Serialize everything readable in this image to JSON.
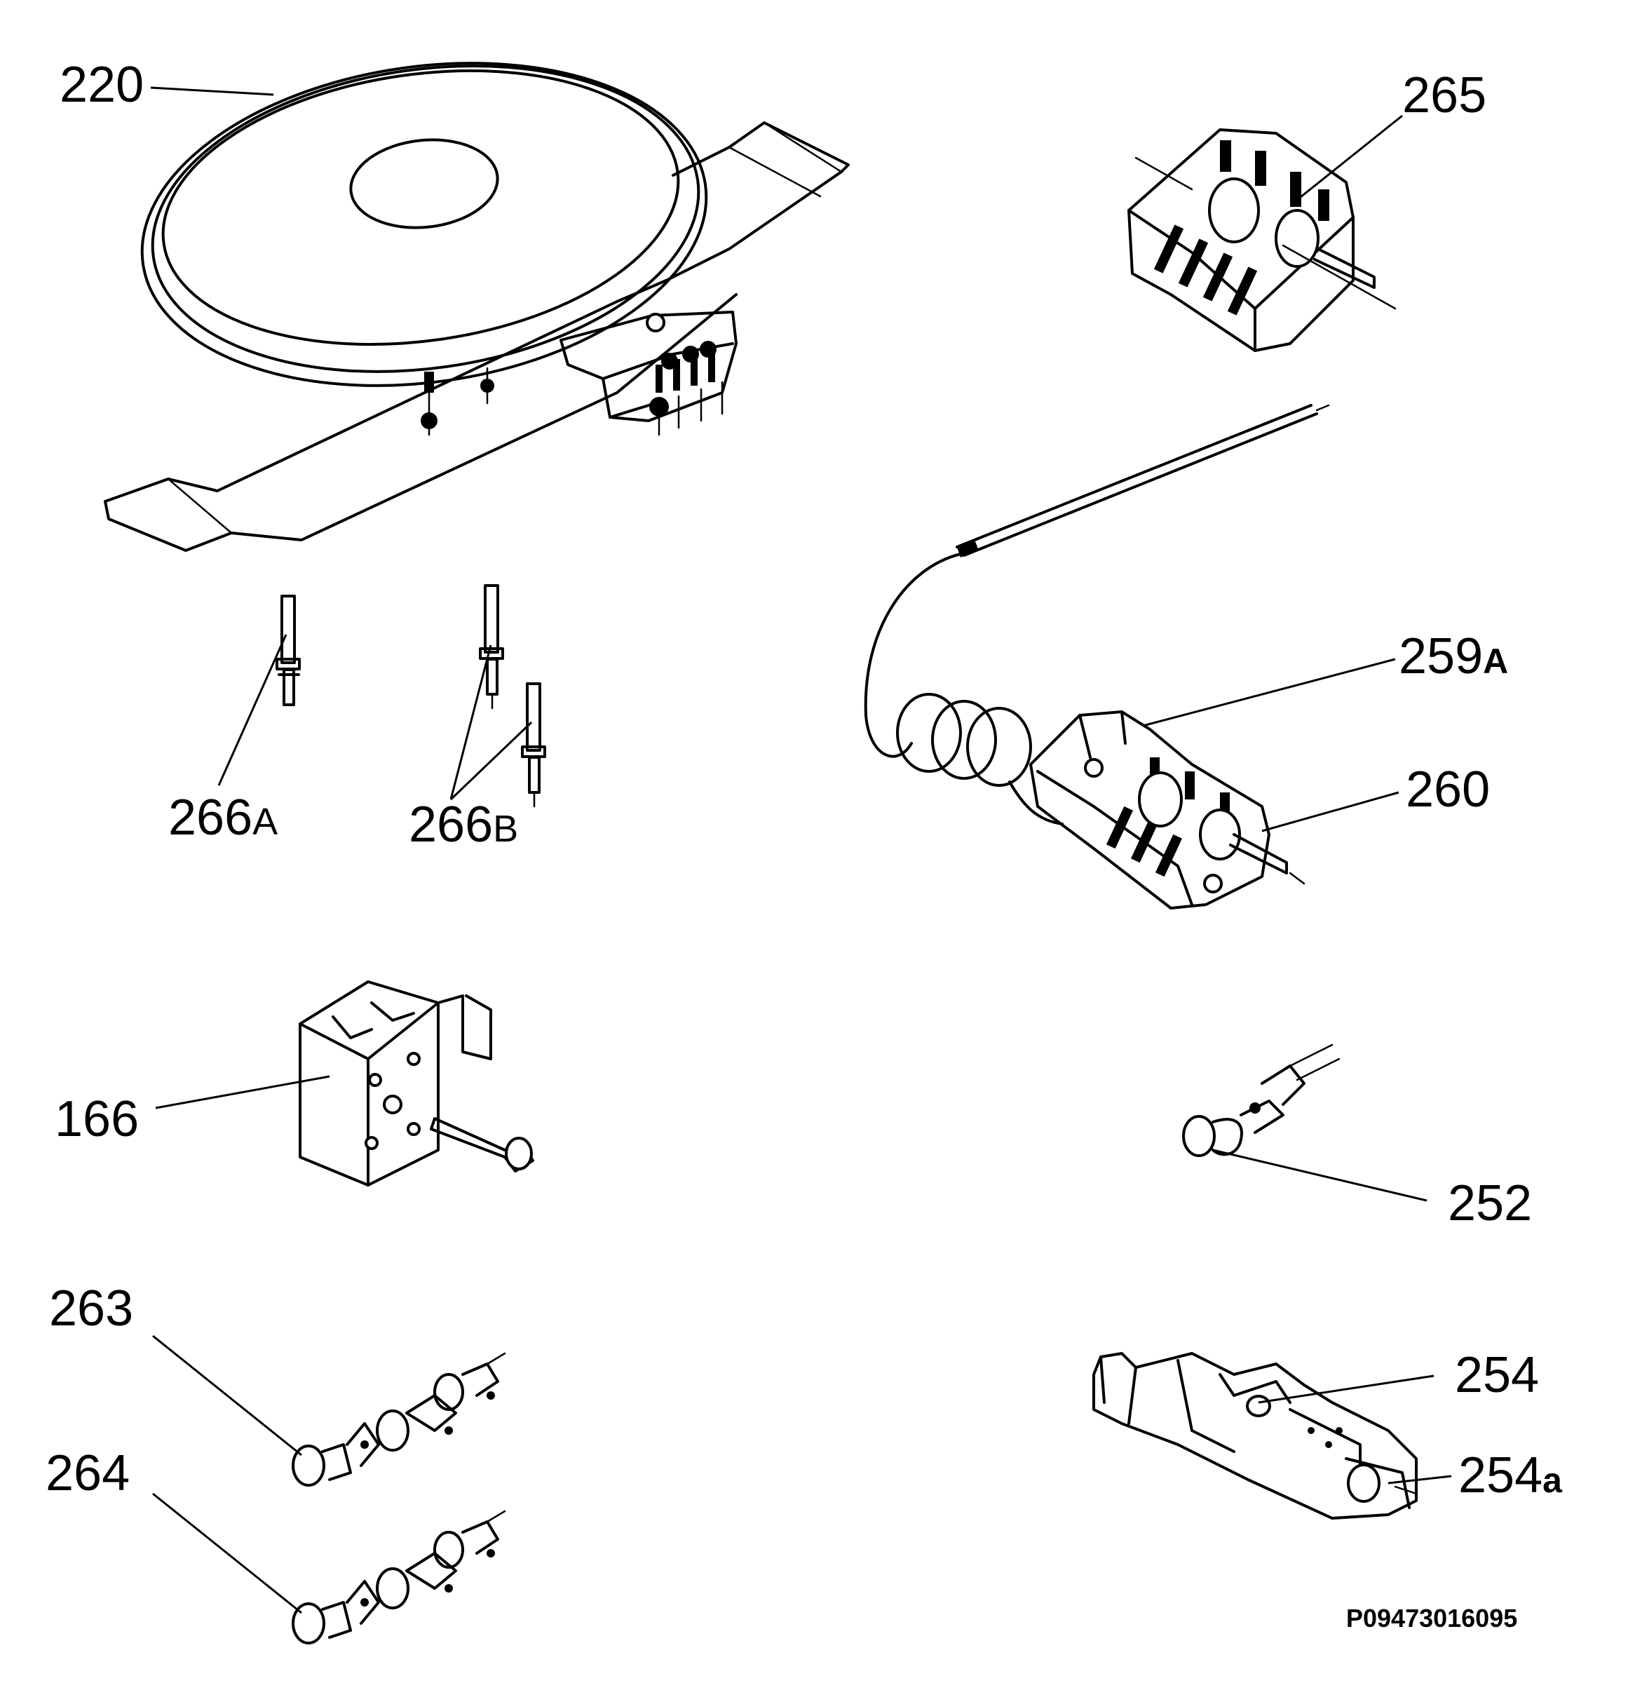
{
  "labels": {
    "p220": "220",
    "p265": "265",
    "p259_num": "259",
    "p259_suffix": "A",
    "p260": "260",
    "p266a_num": "266",
    "p266a_suffix": "A",
    "p266b_num": "266",
    "p266b_suffix": "B",
    "p166": "166",
    "p252": "252",
    "p263": "263",
    "p264": "264",
    "p254": "254",
    "p254a_num": "254",
    "p254a_suffix": "a"
  },
  "drawing_code": "P09473016095"
}
